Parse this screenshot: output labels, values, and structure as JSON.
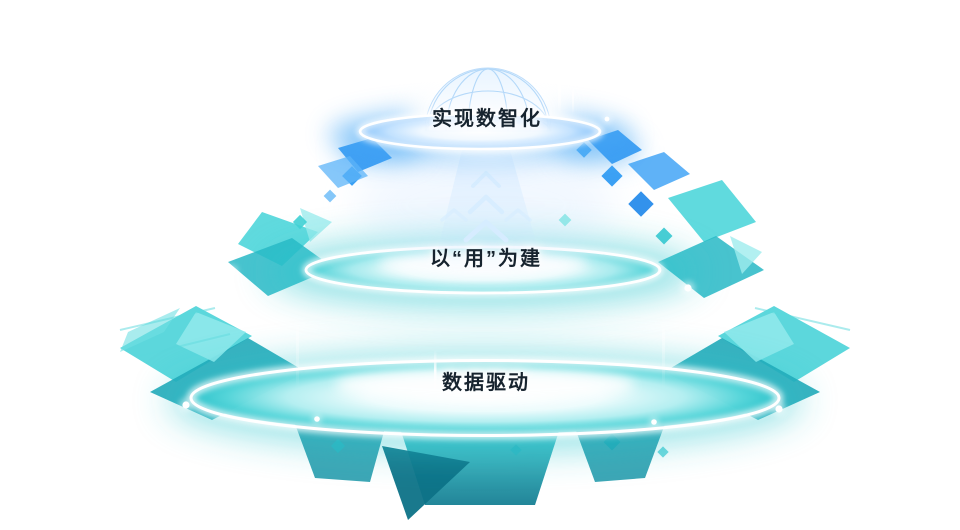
{
  "colors": {
    "teal": "#2cc6ce",
    "teal_dark": "#159aab",
    "blue": "#2f9bf3",
    "blue_light": "#9fd2fb",
    "white": "#ffffff",
    "text": "#17242f"
  },
  "diagram": {
    "tiers": [
      {
        "id": "top",
        "label": "实现数智化"
      },
      {
        "id": "middle",
        "label": "以“用”为建"
      },
      {
        "id": "bottom",
        "label": "数据驱动"
      }
    ]
  }
}
